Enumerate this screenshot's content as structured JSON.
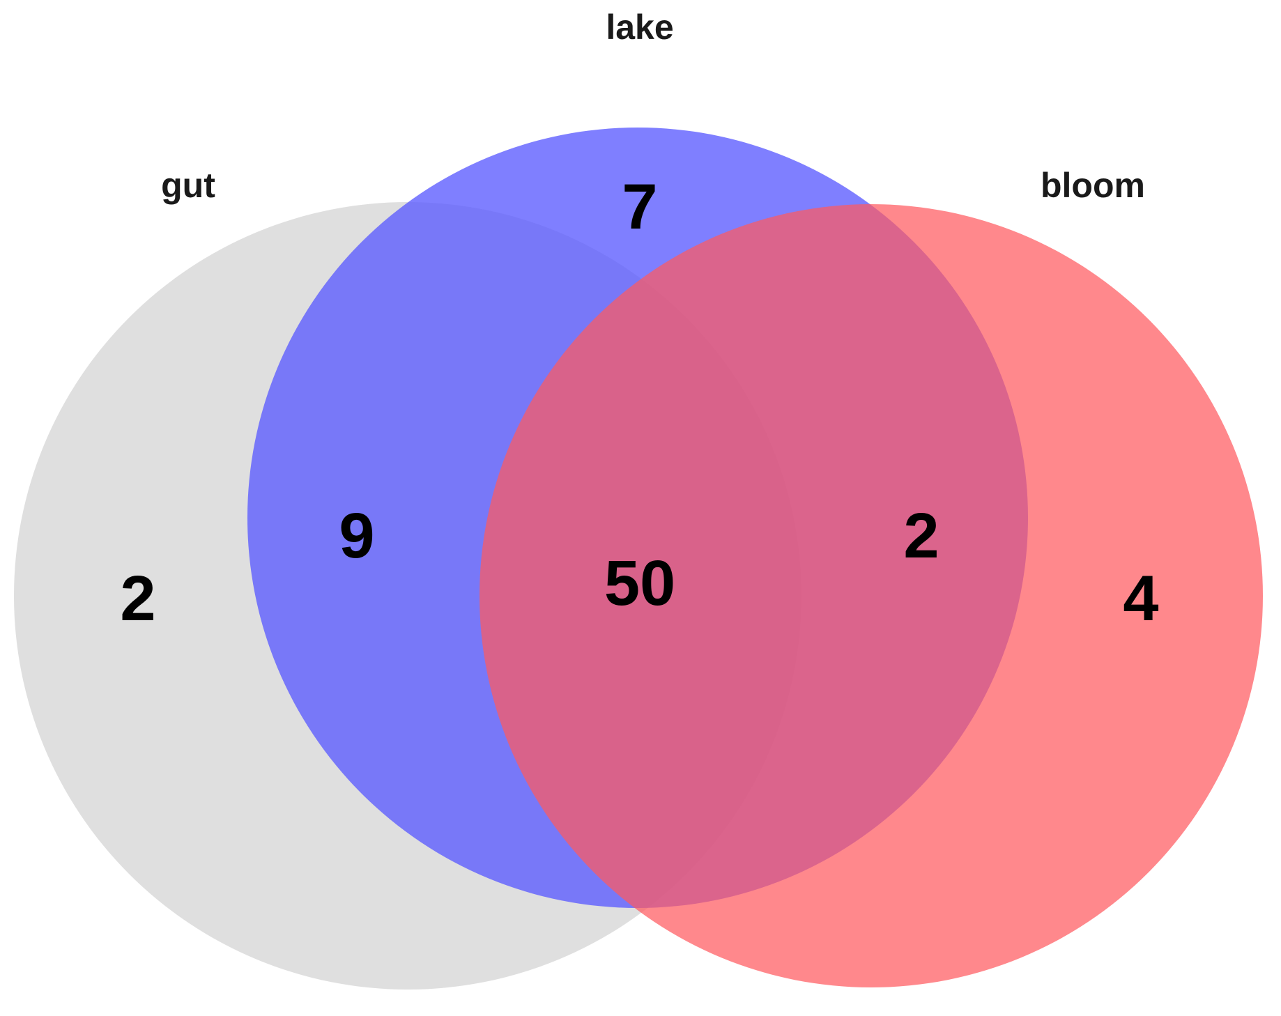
{
  "diagram": {
    "type": "venn-3",
    "sets": [
      {
        "id": "gut",
        "label": "gut",
        "color": "#d9d9d9"
      },
      {
        "id": "lake",
        "label": "lake",
        "color": "#5b5bff"
      },
      {
        "id": "bloom",
        "label": "bloom",
        "color": "#ff5a5f"
      }
    ],
    "regions": {
      "gut_only": "2",
      "lake_only": "7",
      "bloom_only": "4",
      "gut_lake": "9",
      "lake_bloom": "2",
      "gut_lake_bloom": "50"
    }
  }
}
